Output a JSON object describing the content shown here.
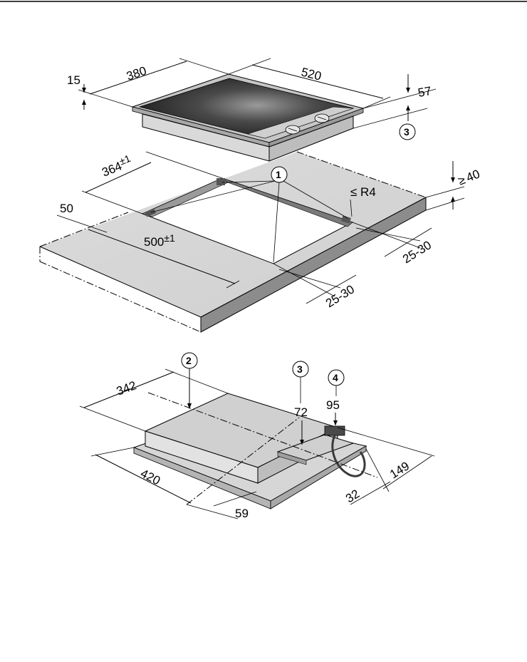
{
  "hob_top": {
    "dim_depth": "380",
    "dim_width": "520",
    "dim_rim": "15",
    "dim_height": "57",
    "callout": "3"
  },
  "cutout": {
    "dim_depth": "364",
    "dim_depth_tol": "±1",
    "dim_width": "500",
    "dim_width_tol": "±1",
    "dim_front": "50",
    "dim_side_a": "25-30",
    "dim_side_b": "25-30",
    "dim_thickness": "40",
    "dim_thickness_symbol": "≥",
    "radius": "≤ R4",
    "callout": "1"
  },
  "underside": {
    "dim_342": "342",
    "dim_420": "420",
    "dim_72": "72",
    "dim_95": "95",
    "dim_149": "149",
    "dim_32": "32",
    "dim_59": "59",
    "callout_2": "2",
    "callout_3": "3",
    "callout_4": "4"
  },
  "colors": {
    "surface": "#d2d2d2",
    "surface_dark": "#8c8c8c",
    "glass": "#3a3a3a",
    "frame": "#bdbdbd"
  }
}
